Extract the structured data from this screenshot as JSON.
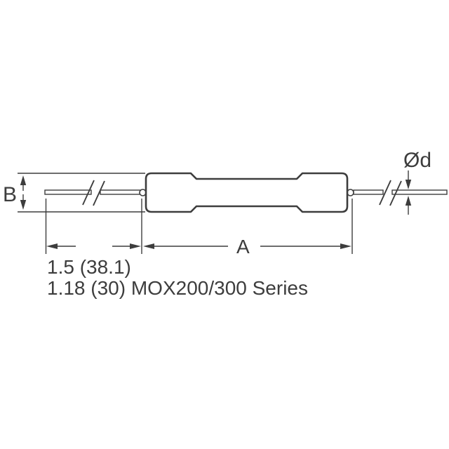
{
  "diagram": {
    "labels": {
      "body_diameter": "B",
      "lead_diameter": "Ød",
      "body_length": "A",
      "lead_length_line1": "1.5 (38.1)",
      "lead_length_line2": "1.18 (30) MOX200/300 Series"
    },
    "colors": {
      "line": "#3d3d3d",
      "fill": "#ffffff",
      "background": "#ffffff"
    }
  }
}
